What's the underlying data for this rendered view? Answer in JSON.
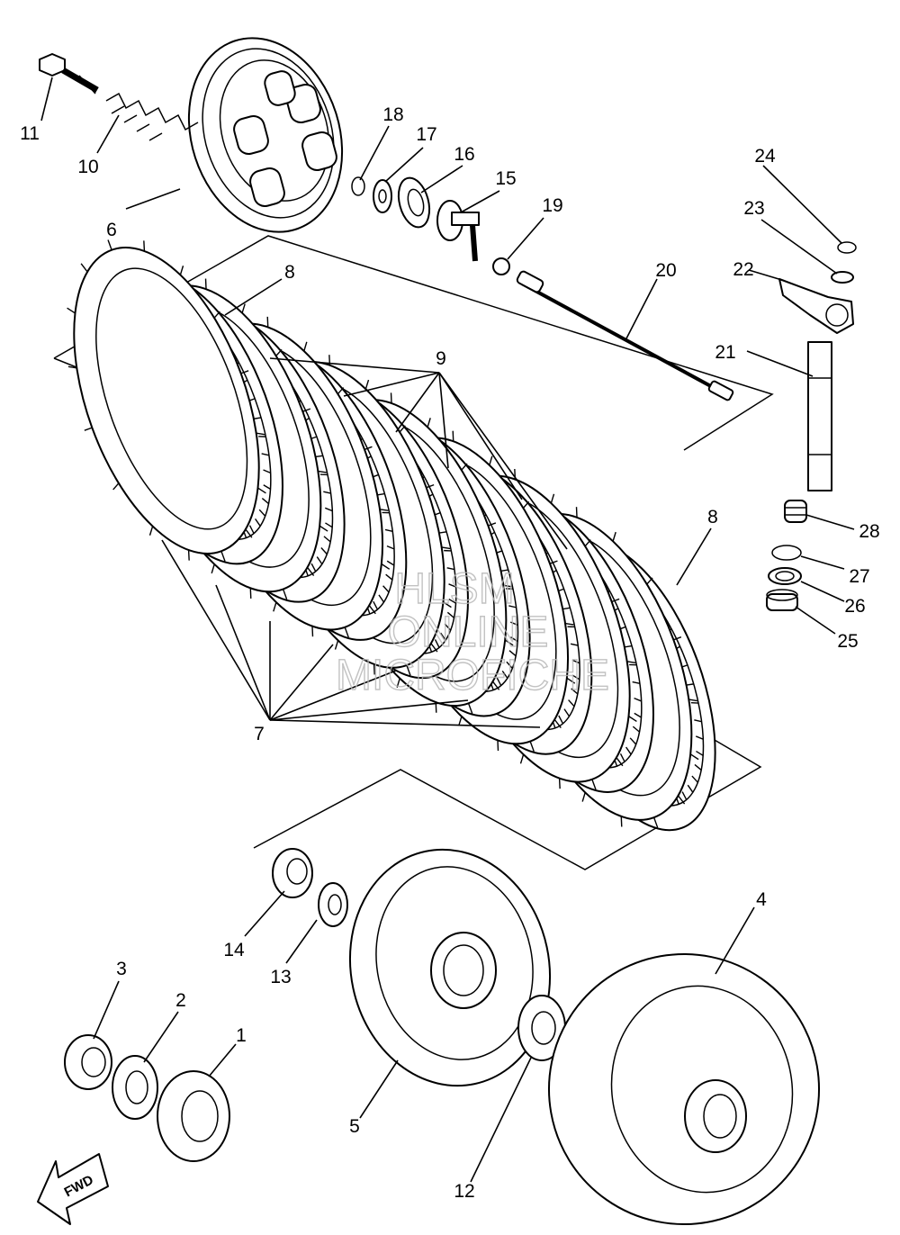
{
  "callouts": {
    "c1": "1",
    "c2": "2",
    "c3": "3",
    "c4": "4",
    "c5": "5",
    "c6": "6",
    "c7": "7",
    "c8a": "8",
    "c8b": "8",
    "c9": "9",
    "c10": "10",
    "c11": "11",
    "c12": "12",
    "c13": "13",
    "c14": "14",
    "c15": "15",
    "c16": "16",
    "c17": "17",
    "c18": "18",
    "c19": "19",
    "c20": "20",
    "c21": "21",
    "c22": "22",
    "c23": "23",
    "c24": "24",
    "c25": "25",
    "c26": "26",
    "c27": "27",
    "c28": "28"
  },
  "watermark": {
    "line1": "HLSM",
    "line2": "ONLINE",
    "line3": "MICROFICHE"
  },
  "direction_arrow": {
    "label": "FWD"
  }
}
